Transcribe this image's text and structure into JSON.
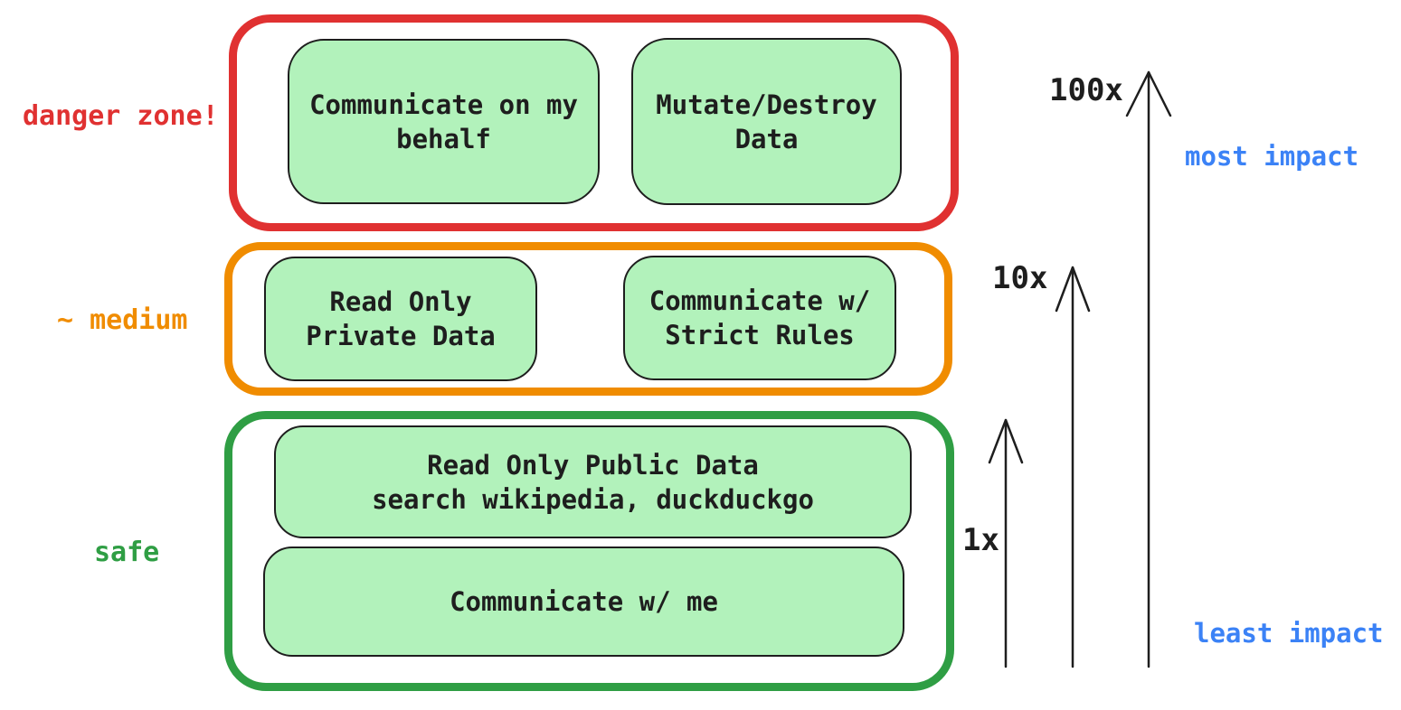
{
  "diagram": {
    "background": "#ffffff",
    "text_color": "#1e1e1e"
  },
  "zones": [
    {
      "label": "danger zone!",
      "color": "#e03131",
      "boxes": [
        {
          "lines": [
            "Communicate on my",
            "behalf"
          ]
        },
        {
          "lines": [
            "Mutate/Destroy",
            "Data"
          ]
        }
      ]
    },
    {
      "label": "~ medium",
      "color": "#f08c00",
      "boxes": [
        {
          "lines": [
            "Read Only",
            "Private Data"
          ]
        },
        {
          "lines": [
            "Communicate w/",
            "Strict Rules"
          ]
        }
      ]
    },
    {
      "label": "safe",
      "color": "#2f9e44",
      "boxes": [
        {
          "lines": [
            "Read Only Public Data",
            "search wikipedia, duckduckgo"
          ]
        },
        {
          "lines": [
            "Communicate w/ me"
          ]
        }
      ]
    }
  ],
  "box_style": {
    "fill": "#b2f2bb",
    "border": "#1e1e1e"
  },
  "arrows": [
    {
      "label": "1x"
    },
    {
      "label": "10x"
    },
    {
      "label": "100x"
    }
  ],
  "impact": {
    "most": "most impact",
    "least": "least impact",
    "color": "#3b82f6"
  }
}
